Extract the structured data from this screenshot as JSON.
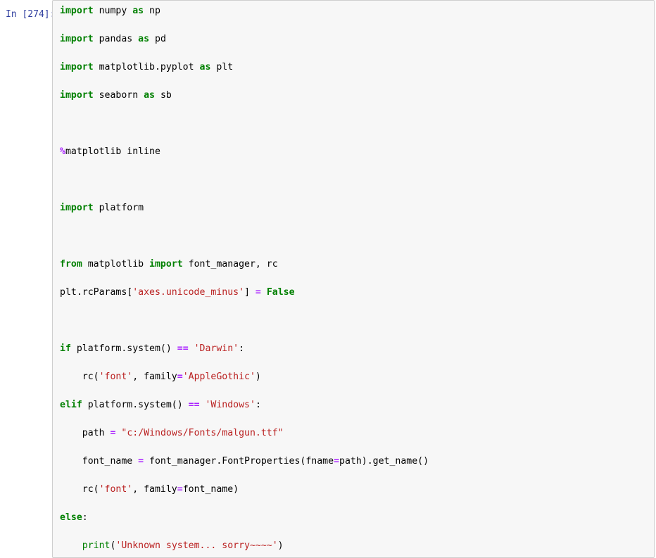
{
  "notebook": {
    "cell": {
      "prompt_label": "In [274]:",
      "cell_type": "code",
      "background_color": "#f7f7f7",
      "border_color": "#cfcfcf",
      "prompt_color": "#303f9f",
      "syntax_colors": {
        "keyword": "#008000",
        "builtin": "#008000",
        "string": "#ba2121",
        "operator": "#aa22ff",
        "magic": "#aa22ff",
        "text": "#000000"
      },
      "lines": [
        {
          "segments": [
            {
              "t": "import",
              "c": "k"
            },
            {
              "t": " numpy ",
              "c": "n"
            },
            {
              "t": "as",
              "c": "k"
            },
            {
              "t": " np",
              "c": "n"
            }
          ]
        },
        {
          "segments": [
            {
              "t": "import",
              "c": "k"
            },
            {
              "t": " pandas ",
              "c": "n"
            },
            {
              "t": "as",
              "c": "k"
            },
            {
              "t": " pd",
              "c": "n"
            }
          ]
        },
        {
          "segments": [
            {
              "t": "import",
              "c": "k"
            },
            {
              "t": " matplotlib.pyplot ",
              "c": "n"
            },
            {
              "t": "as",
              "c": "k"
            },
            {
              "t": " plt",
              "c": "n"
            }
          ]
        },
        {
          "segments": [
            {
              "t": "import",
              "c": "k"
            },
            {
              "t": " seaborn ",
              "c": "n"
            },
            {
              "t": "as",
              "c": "k"
            },
            {
              "t": " sb",
              "c": "n"
            }
          ]
        },
        {
          "segments": []
        },
        {
          "segments": [
            {
              "t": "%",
              "c": "mg"
            },
            {
              "t": "matplotlib inline",
              "c": "n"
            }
          ]
        },
        {
          "segments": []
        },
        {
          "segments": [
            {
              "t": "import",
              "c": "k"
            },
            {
              "t": " platform",
              "c": "n"
            }
          ]
        },
        {
          "segments": []
        },
        {
          "segments": [
            {
              "t": "from",
              "c": "k"
            },
            {
              "t": " matplotlib ",
              "c": "n"
            },
            {
              "t": "import",
              "c": "k"
            },
            {
              "t": " font_manager, rc",
              "c": "n"
            }
          ]
        },
        {
          "segments": [
            {
              "t": "plt.rcParams[",
              "c": "n"
            },
            {
              "t": "'axes.unicode_minus'",
              "c": "s"
            },
            {
              "t": "] ",
              "c": "n"
            },
            {
              "t": "=",
              "c": "op"
            },
            {
              "t": " ",
              "c": "n"
            },
            {
              "t": "False",
              "c": "k"
            }
          ]
        },
        {
          "segments": []
        },
        {
          "segments": [
            {
              "t": "if",
              "c": "k"
            },
            {
              "t": " platform.system() ",
              "c": "n"
            },
            {
              "t": "==",
              "c": "op"
            },
            {
              "t": " ",
              "c": "n"
            },
            {
              "t": "'Darwin'",
              "c": "s"
            },
            {
              "t": ":",
              "c": "n"
            }
          ]
        },
        {
          "segments": [
            {
              "t": "    rc(",
              "c": "n"
            },
            {
              "t": "'font'",
              "c": "s"
            },
            {
              "t": ", family",
              "c": "n"
            },
            {
              "t": "=",
              "c": "op"
            },
            {
              "t": "'AppleGothic'",
              "c": "s"
            },
            {
              "t": ")",
              "c": "n"
            }
          ]
        },
        {
          "segments": [
            {
              "t": "elif",
              "c": "k"
            },
            {
              "t": " platform.system() ",
              "c": "n"
            },
            {
              "t": "==",
              "c": "op"
            },
            {
              "t": " ",
              "c": "n"
            },
            {
              "t": "'Windows'",
              "c": "s"
            },
            {
              "t": ":",
              "c": "n"
            }
          ]
        },
        {
          "segments": [
            {
              "t": "    path ",
              "c": "n"
            },
            {
              "t": "=",
              "c": "op"
            },
            {
              "t": " ",
              "c": "n"
            },
            {
              "t": "\"c:/Windows/Fonts/malgun.ttf\"",
              "c": "s"
            }
          ]
        },
        {
          "segments": [
            {
              "t": "    font_name ",
              "c": "n"
            },
            {
              "t": "=",
              "c": "op"
            },
            {
              "t": " font_manager.FontProperties(fname",
              "c": "n"
            },
            {
              "t": "=",
              "c": "op"
            },
            {
              "t": "path).get_name()",
              "c": "n"
            }
          ]
        },
        {
          "segments": [
            {
              "t": "    rc(",
              "c": "n"
            },
            {
              "t": "'font'",
              "c": "s"
            },
            {
              "t": ", family",
              "c": "n"
            },
            {
              "t": "=",
              "c": "op"
            },
            {
              "t": "font_name)",
              "c": "n"
            }
          ]
        },
        {
          "segments": [
            {
              "t": "else",
              "c": "k"
            },
            {
              "t": ":",
              "c": "n"
            }
          ]
        },
        {
          "segments": [
            {
              "t": "    ",
              "c": "n"
            },
            {
              "t": "print",
              "c": "nb"
            },
            {
              "t": "(",
              "c": "n"
            },
            {
              "t": "'Unknown system... sorry~~~~'",
              "c": "s"
            },
            {
              "t": ")",
              "c": "n"
            }
          ]
        }
      ]
    }
  }
}
